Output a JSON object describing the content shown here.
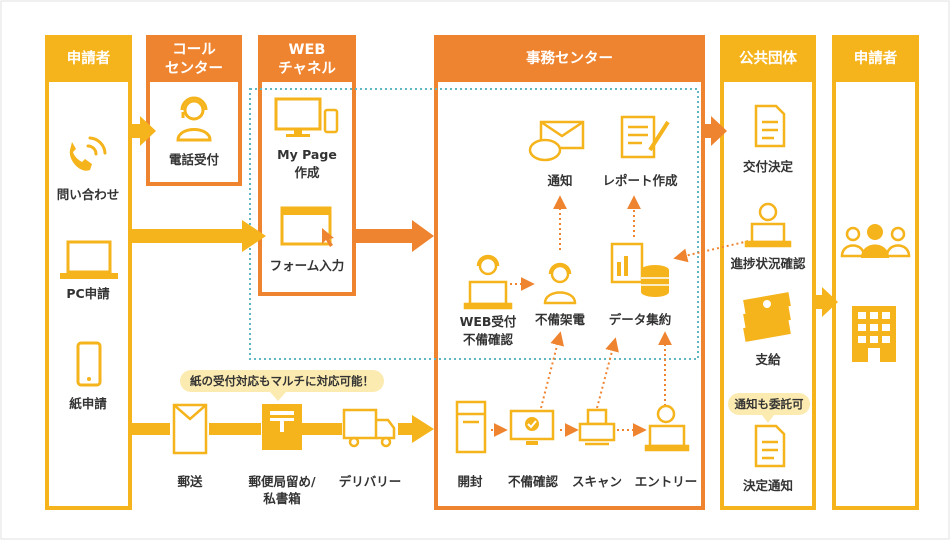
{
  "colors": {
    "yellow": "#F5B31C",
    "orange": "#EF8430",
    "teal": "#5FB7C4",
    "bubble": "#FCEBB0",
    "text": "#333333"
  },
  "headers": {
    "applicant_left": "申請者",
    "call_center_1": "コール",
    "call_center_2": "センター",
    "web_1": "WEB",
    "web_2": "チャネル",
    "office": "事務センター",
    "public": "公共団体",
    "applicant_right": "申請者"
  },
  "labels": {
    "inquiry": "問い合わせ",
    "pc": "PC申請",
    "paper": "紙申請",
    "phone_reception": "電話受付",
    "mypage_1": "My Page",
    "mypage_2": "作成",
    "form_input": "フォーム入力",
    "notify": "通知",
    "report": "レポート作成",
    "web_check_1": "WEB受付",
    "web_check_2": "不備確認",
    "deficiency_call": "不備架電",
    "data_aggregation": "データ集約",
    "open": "開封",
    "deficiency_check": "不備確認",
    "scan": "スキャン",
    "entry": "エントリー",
    "mail": "郵送",
    "postbox_1": "郵便局留め/",
    "postbox_2": "私書箱",
    "delivery": "デリバリー",
    "issue_decision": "交付決定",
    "progress_check": "進捗状況確認",
    "payment": "支給",
    "decision_notice": "決定通知"
  },
  "bubbles": {
    "multi": "紙の受付対応もマルチに対応可能！",
    "delegate": "通知も委託可"
  },
  "icons": [
    "phone-icon",
    "laptop-icon",
    "smartphone-icon",
    "operator-icon",
    "monitor-icon",
    "browser-form-icon",
    "envelope-icon",
    "report-icon",
    "web-operator-icon",
    "call-operator-icon",
    "database-icon",
    "envelope-upright-icon",
    "postbox-icon",
    "truck-icon",
    "document-open-icon",
    "check-monitor-icon",
    "scanner-icon",
    "entry-operator-icon",
    "document-icon",
    "money-icon",
    "group-icon",
    "building-icon"
  ]
}
